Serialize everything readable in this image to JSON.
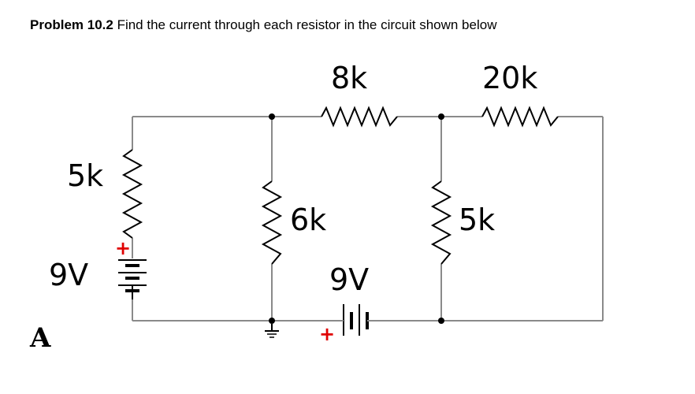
{
  "problem": {
    "label": "Problem 10.2",
    "text": "Find the current through each resistor in the circuit shown below"
  },
  "circuit": {
    "r_top_left": "8k",
    "r_top_right": "20k",
    "r_left": "5k",
    "r_mid": "6k",
    "r_right": "5k",
    "v_left": "9V",
    "v_bottom": "9V",
    "plus": "+",
    "node_a": "A"
  },
  "colors": {
    "wire": "#8a8a8a",
    "component": "#000000",
    "polarity": "#e00000"
  }
}
